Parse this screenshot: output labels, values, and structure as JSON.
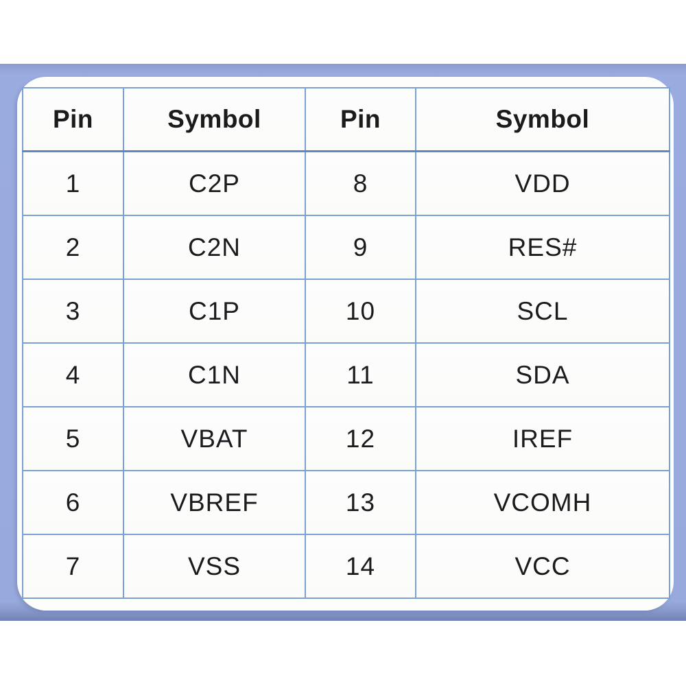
{
  "colors": {
    "band_background": "#98a9dd",
    "band_bottom_edge": "#7181b4",
    "grid_line": "#7aa0d4",
    "header_divider": "#5d88c1",
    "card_background": "#fdfdfc",
    "text": "#1b1b1d"
  },
  "table": {
    "headers": [
      "Pin",
      "Symbol",
      "Pin",
      "Symbol"
    ],
    "rows": [
      [
        "1",
        "C2P",
        "8",
        "VDD"
      ],
      [
        "2",
        "C2N",
        "9",
        "RES#"
      ],
      [
        "3",
        "C1P",
        "10",
        "SCL"
      ],
      [
        "4",
        "C1N",
        "11",
        "SDA"
      ],
      [
        "5",
        "VBAT",
        "12",
        "IREF"
      ],
      [
        "6",
        "VBREF",
        "13",
        "VCOMH"
      ],
      [
        "7",
        "VSS",
        "14",
        "VCC"
      ]
    ]
  }
}
